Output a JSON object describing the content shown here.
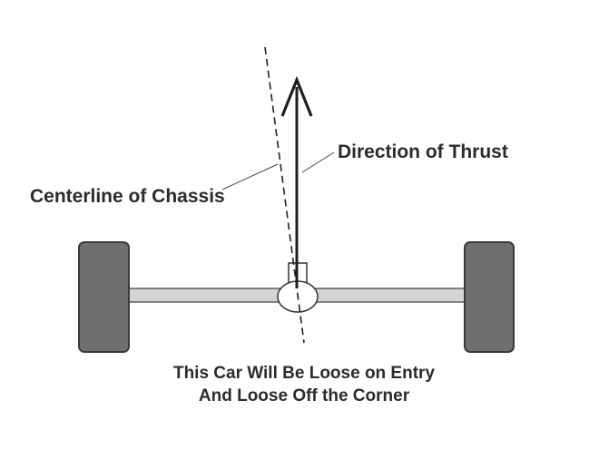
{
  "labels": {
    "direction_of_thrust": "Direction of Thrust",
    "centerline_of_chassis": "Centerline of Chassis"
  },
  "caption": {
    "line1": "This Car Will Be Loose on Entry",
    "line2": "And Loose Off the Corner"
  },
  "colors": {
    "tire_fill": "#6f6f6f",
    "tire_stroke": "#3a3a3a",
    "axle_fill": "#d4d4d4",
    "line": "#1e1e1e",
    "text": "#2b2b2b"
  }
}
